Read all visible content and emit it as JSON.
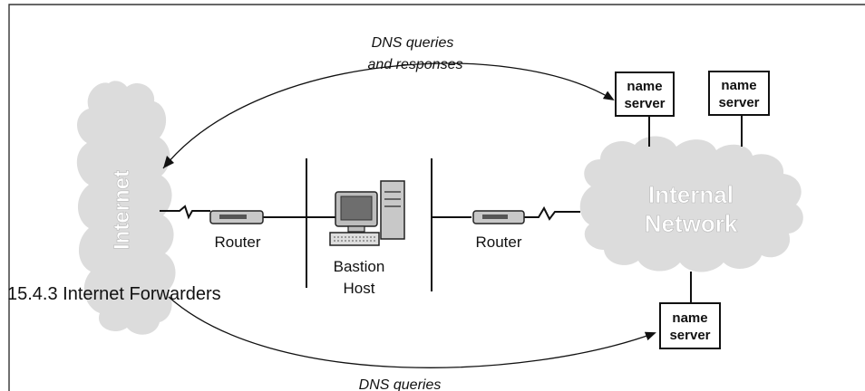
{
  "heading": "15.4.3 Internet Forwarders",
  "diagram": {
    "top_arrow_label": [
      "DNS queries",
      "and responses"
    ],
    "bottom_arrow_label": "DNS queries",
    "internet_label": "Internet",
    "internal_network_label": [
      "Internal",
      "Network"
    ],
    "router_left_label": "Router",
    "router_right_label": "Router",
    "bastion_label": [
      "Bastion",
      "Host"
    ],
    "name_server_label": [
      "name",
      "server"
    ]
  }
}
